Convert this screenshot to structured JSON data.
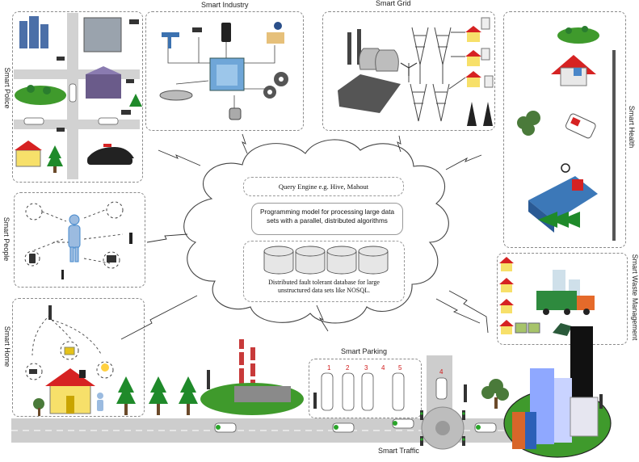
{
  "panels": {
    "smart_police": "Smart Police",
    "smart_industry": "Smart Industry",
    "smart_grid": "Smart Grid",
    "smart_health": "Smart Health",
    "smart_people": "Smart People",
    "smart_home": "Smart Home",
    "smart_parking": "Smart Parking",
    "smart_traffic": "Smart Traffic",
    "smart_waste": "Smart Waste Management"
  },
  "cloud": {
    "query_engine": "Query Engine e.g. Hive, Mahout",
    "prog_model": "Programming model for processing large data sets with a parallel, distributed algorithms",
    "database": "Distributed fault tolerant database for large unstructured  data sets like NOSQL."
  },
  "parking_spots": [
    "1",
    "2",
    "3",
    "4",
    "5",
    "4"
  ],
  "colors": {
    "road": "#c8c8c8",
    "tree": "#1f8a2a",
    "grass": "#3f9a2c",
    "signal": "#2aa52a",
    "house_roof": "#d62222",
    "house_wall": "#f7e06a"
  }
}
